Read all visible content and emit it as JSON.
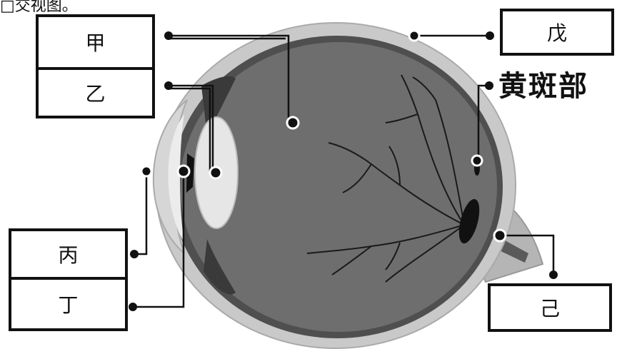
{
  "header_fragment": "□交视图。",
  "labels": {
    "jia": "甲",
    "yi": "乙",
    "bing": "丙",
    "ding": "丁",
    "wu": "戊",
    "ji": "己"
  },
  "macula_label": "黄斑部"
}
